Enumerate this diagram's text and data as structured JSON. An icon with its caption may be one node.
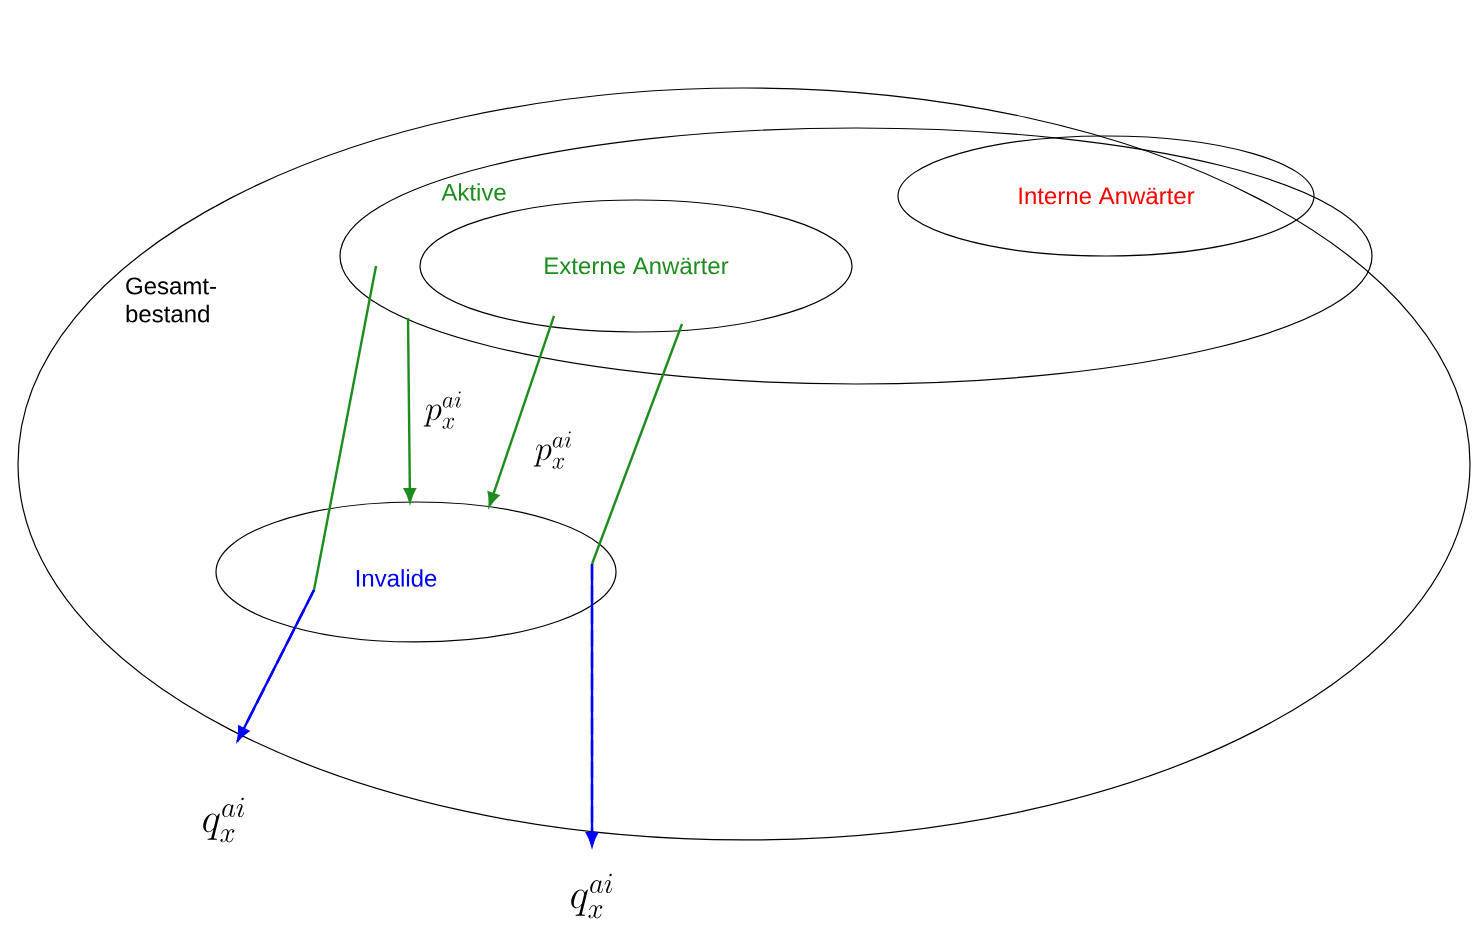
{
  "diagram": {
    "nodes": [
      {
        "text": [
          "Gesamt- bestand"
        ]
      },
      {
        "text": [
          "Aktive"
        ],
        "in": 0
      },
      {
        "text": [
          "Externe Anwärter"
        ],
        "in": 1
      },
      {
        "text": [
          "Interne Anwärter"
        ],
        "in": 1
      },
      {
        "text": [
          "Invalide"
        ],
        "in": 0
      },
      {
        "text": [
          "q_x^{ai}"
        ]
      },
      {
        "text": [
          "q_x^{ai}"
        ]
      }
    ],
    "edges": [
      {
        "from": 1,
        "to": 4,
        "arrow": "to",
        "label": "p_x^{ai}"
      },
      {
        "from": 2,
        "to": 4,
        "arrow": "to",
        "label": "p_x^{ai}"
      },
      {
        "from": 1,
        "to": 4,
        "arrow": "none"
      },
      {
        "from": 2,
        "to": 4,
        "arrow": "none"
      },
      {
        "from": 4,
        "to": 5,
        "arrow": "to",
        "style": "dashed",
        "color": "#0000ff"
      },
      {
        "from": 4,
        "to": 6,
        "arrow": "to",
        "style": "dashed",
        "color": "#0000ff"
      }
    ]
  }
}
